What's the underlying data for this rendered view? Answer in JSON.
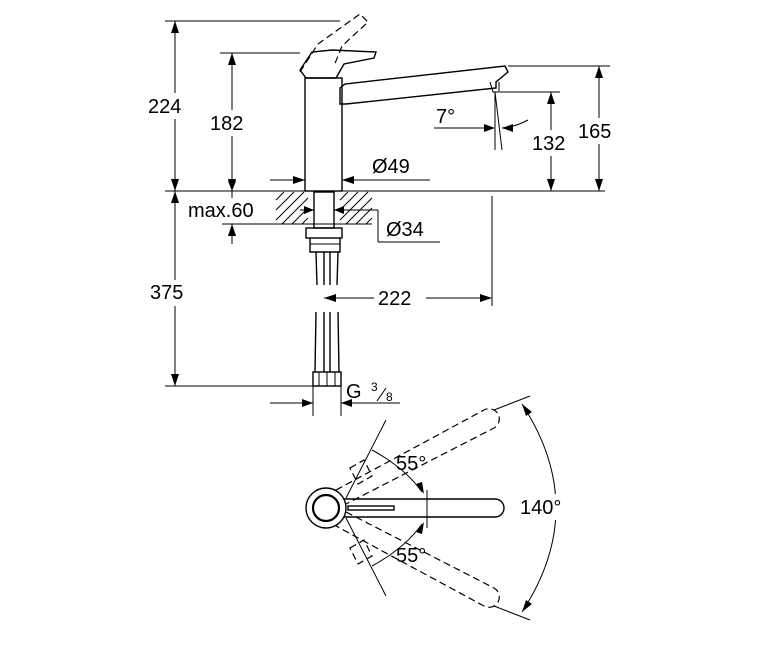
{
  "dimensions": {
    "total_height_above": "224",
    "body_height": "182",
    "spout_height": "165",
    "outlet_height": "132",
    "spout_angle": "7°",
    "body_diameter": "Ø49",
    "max_thickness": "max.60",
    "hole_diameter": "Ø34",
    "below_length": "375",
    "reach": "222",
    "connection_prefix": "G",
    "connection_numerator": "3",
    "connection_denominator": "8"
  },
  "top_view": {
    "swivel_upper": "55°",
    "swivel_lower": "55°",
    "swivel_total": "140°"
  }
}
